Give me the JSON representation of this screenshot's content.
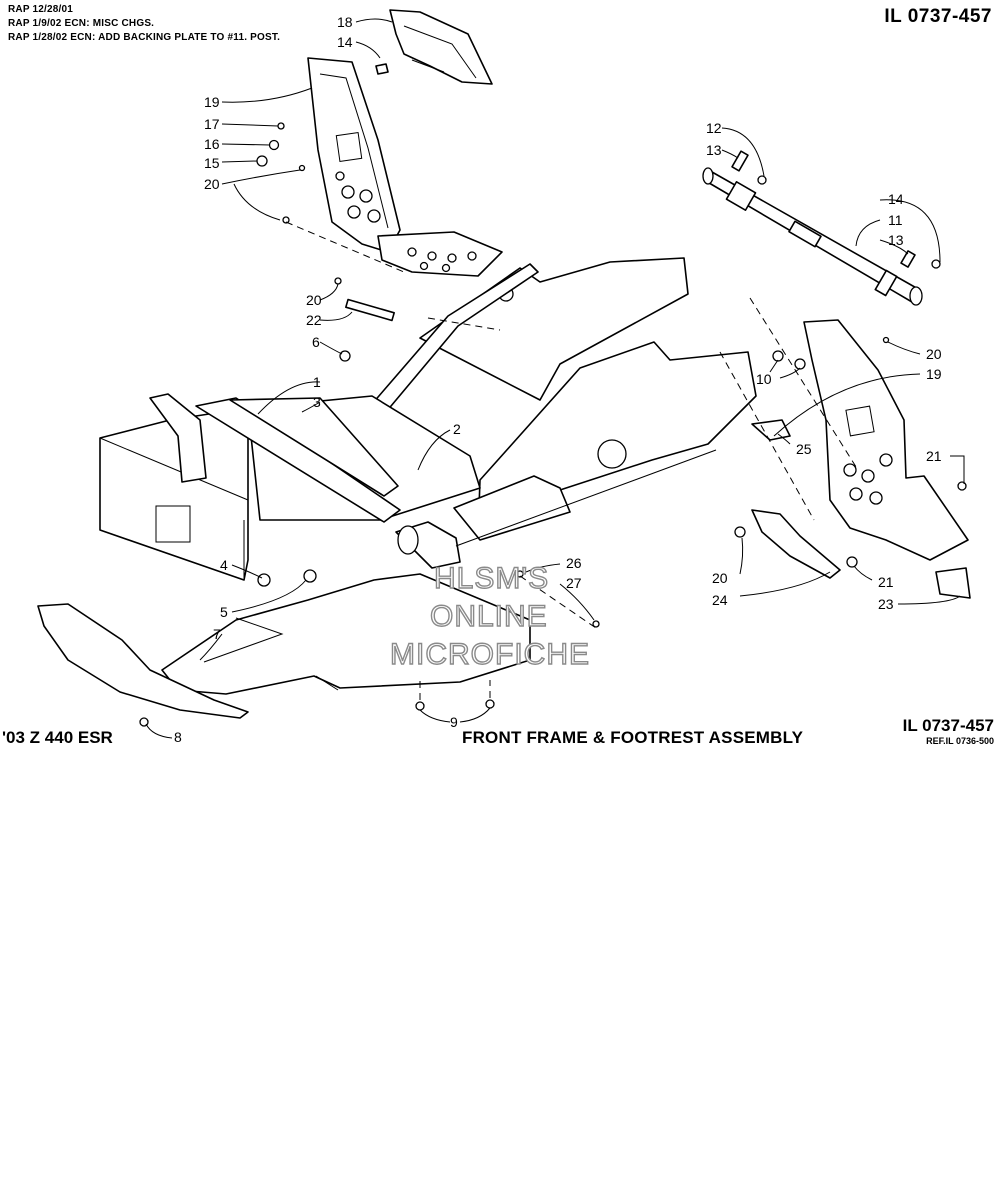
{
  "header": {
    "revisions": [
      "RAP 12/28/01",
      "RAP 1/9/02 ECN: MISC CHGS.",
      "RAP 1/28/02 ECN: ADD BACKING PLATE TO #11. POST."
    ],
    "illustration_number": "IL 0737-457"
  },
  "footer": {
    "model": "'03 Z 440 ESR",
    "caption": "FRONT FRAME & FOOTREST ASSEMBLY",
    "illustration_number": "IL 0737-457",
    "reference": "REF.IL 0736-500"
  },
  "watermark": [
    "HLSM'S",
    "ONLINE",
    "MICROFICHE"
  ],
  "callouts": {
    "c18": "18",
    "c14a": "14",
    "c19a": "19",
    "c17": "17",
    "c16": "16",
    "c15": "15",
    "c20a": "20",
    "c20b": "20",
    "c22": "22",
    "c6": "6",
    "c1": "1",
    "c3": "3",
    "c2": "2",
    "c4": "4",
    "c5": "5",
    "c7": "7",
    "c8": "8",
    "c9": "9",
    "c26": "26",
    "c27": "27",
    "c12": "12",
    "c13a": "13",
    "c14b": "14",
    "c11": "11",
    "c13b": "13",
    "c10": "10",
    "c20c": "20",
    "c19b": "19",
    "c25": "25",
    "c21a": "21",
    "c20d": "20",
    "c24": "24",
    "c21b": "21",
    "c23": "23"
  }
}
